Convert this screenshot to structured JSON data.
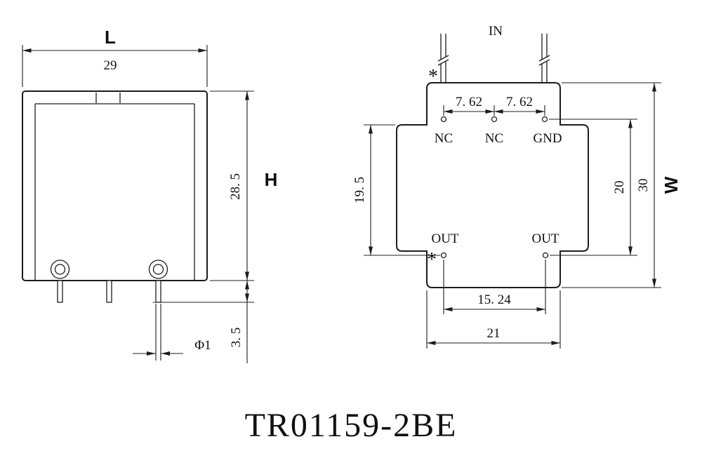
{
  "title": "TR01159-2BE",
  "front_view": {
    "length_label": "L",
    "length_value": "29",
    "height_value": "28. 5",
    "height_label": "H",
    "pin_length_value": "3. 5",
    "pin_diameter_value": "Φ1"
  },
  "pin_view": {
    "in_label": "IN",
    "polarity_top": "*",
    "polarity_bottom": "*",
    "pitch_left": "7. 62",
    "pitch_right": "7. 62",
    "nc_left": "NC",
    "nc_mid": "NC",
    "gnd": "GND",
    "out_left": "OUT",
    "out_right": "OUT",
    "out_row_offset": "19. 5",
    "pin_rows_span": "20",
    "depth_value": "30",
    "depth_label": "W",
    "out_pitch": "15. 24",
    "tab_width": "21"
  },
  "line_color": "#1c1c1c"
}
